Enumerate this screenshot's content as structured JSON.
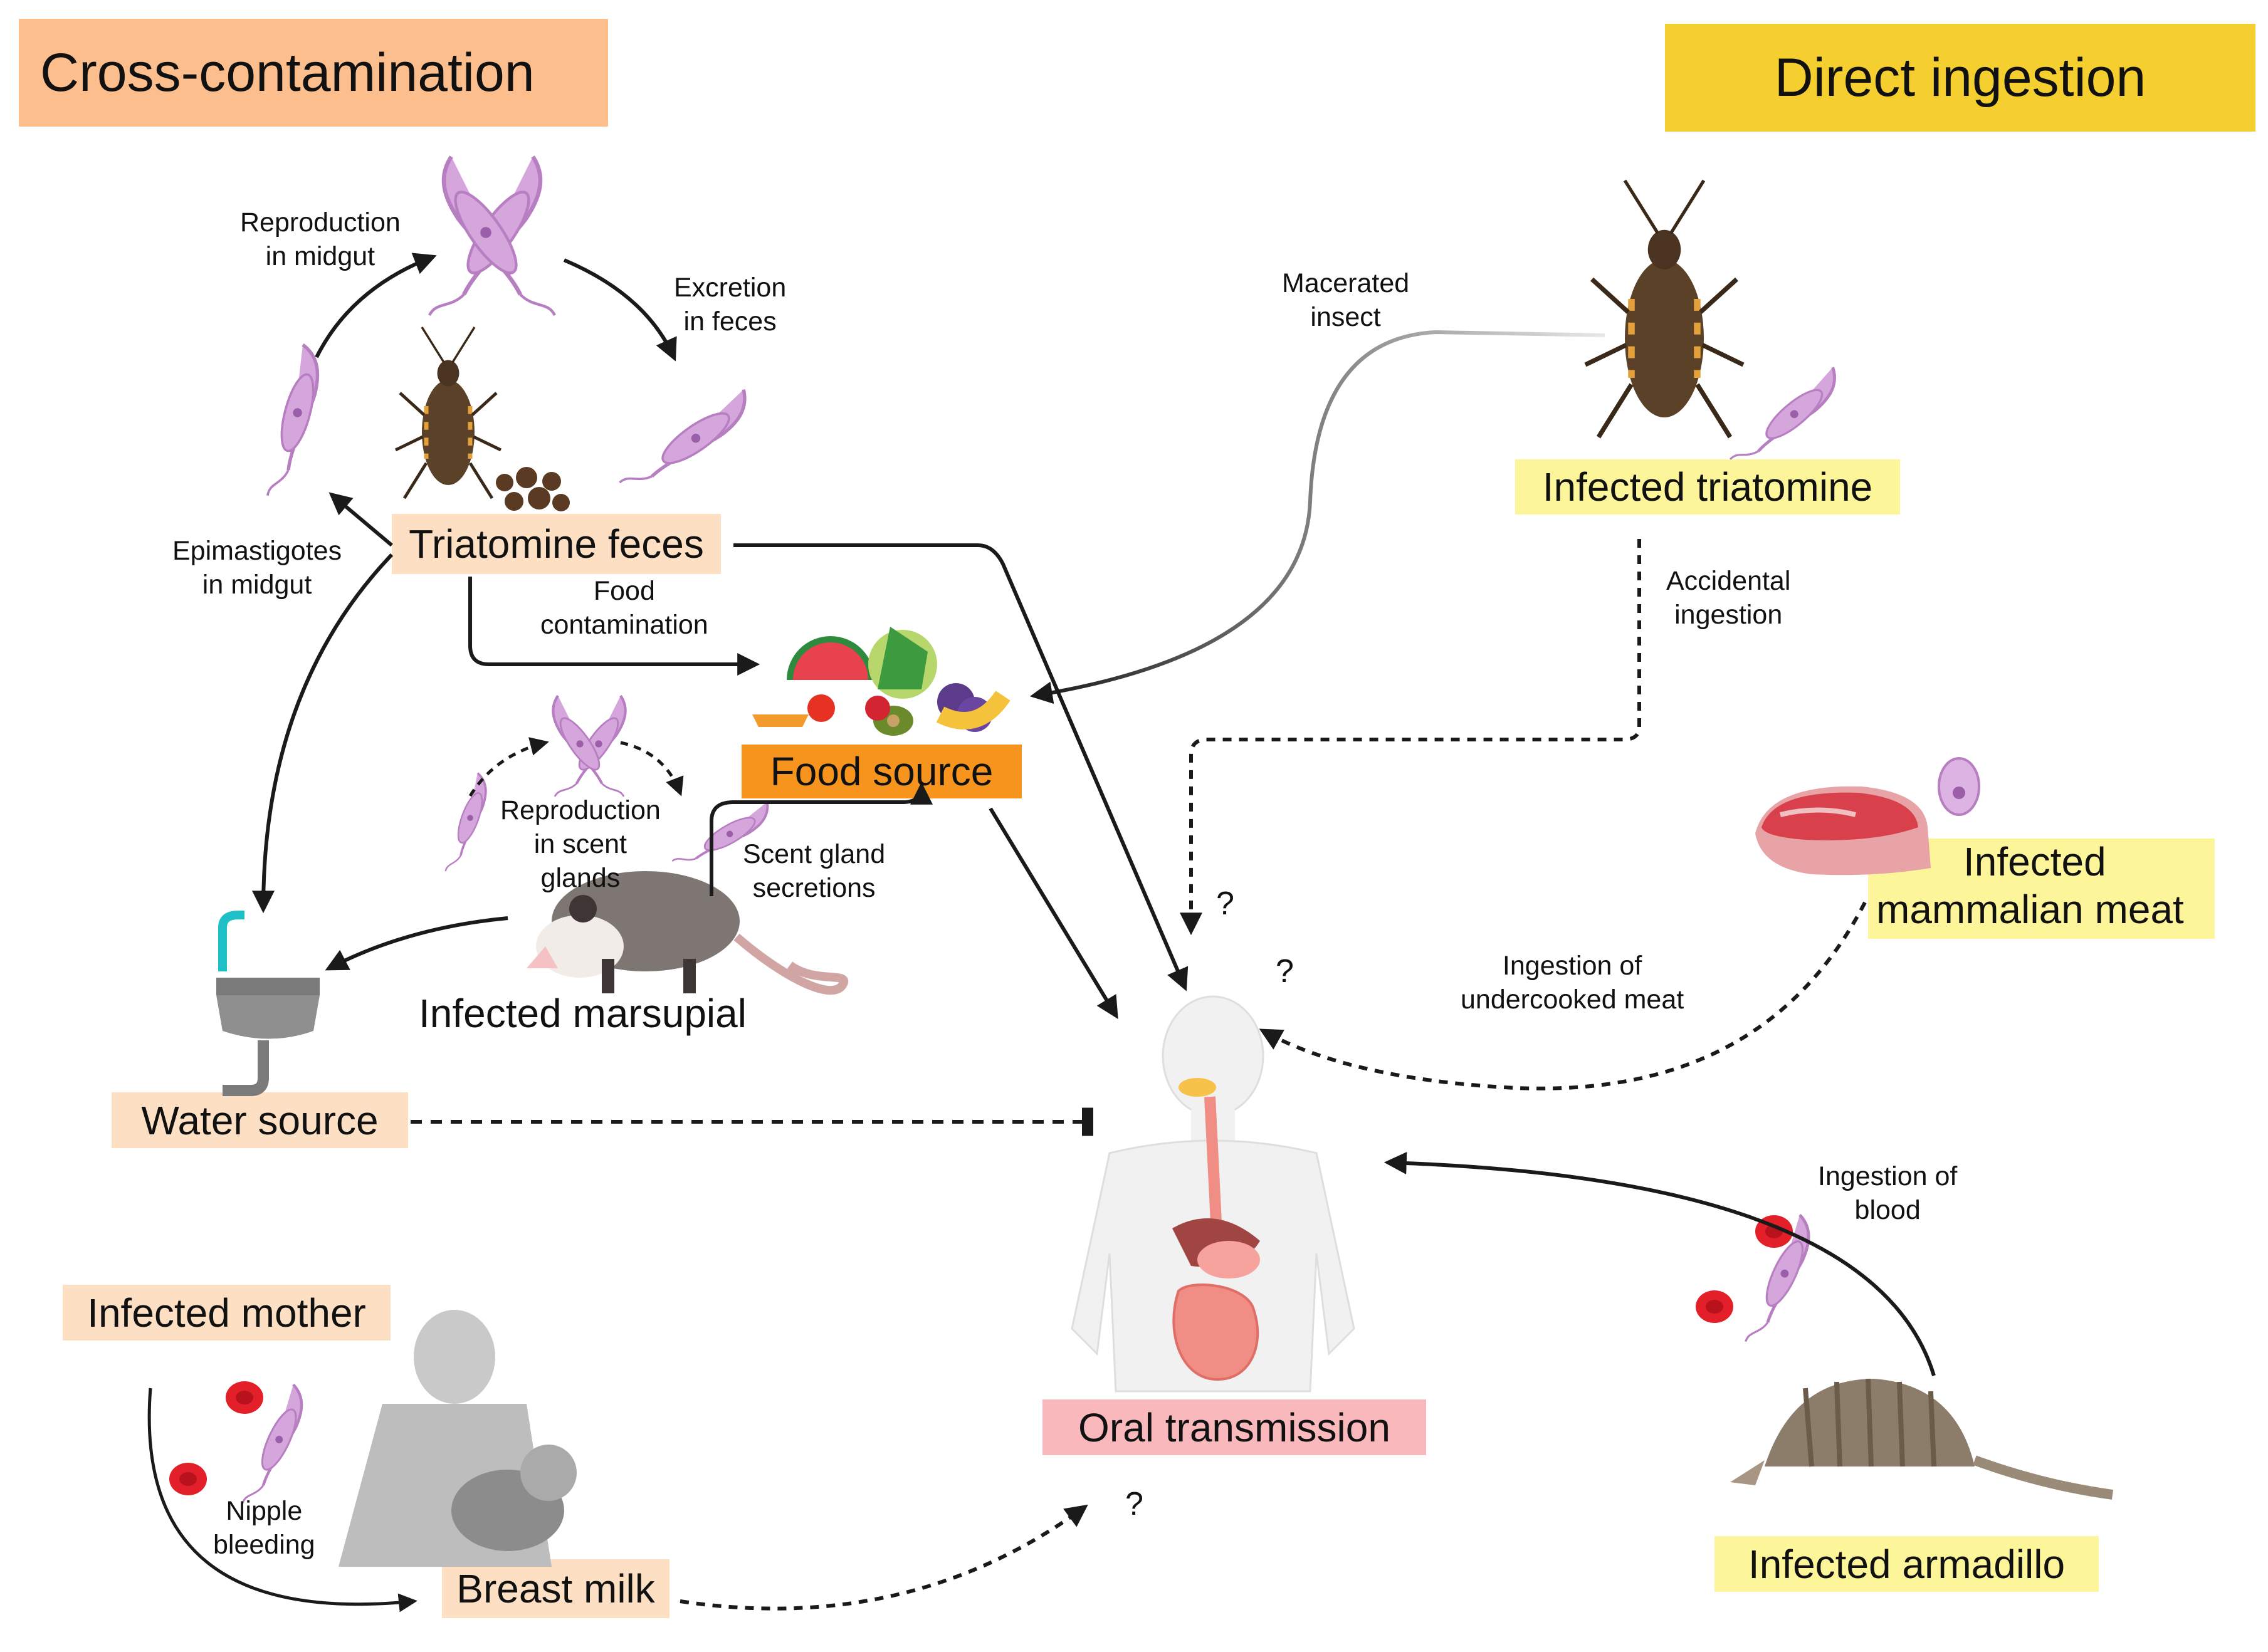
{
  "headers": {
    "cross_contamination": "Cross-contamination",
    "direct_ingestion": "Direct ingestion"
  },
  "nodes": {
    "triatomine_feces": "Triatomine feces",
    "food_source": "Food source",
    "water_source": "Water source",
    "infected_marsupial": "Infected marsupial",
    "infected_mother": "Infected mother",
    "breast_milk": "Breast milk",
    "infected_triatomine": "Infected triatomine",
    "infected_mammalian_meat_line1": "Infected",
    "infected_mammalian_meat_line2": "mammalian meat",
    "infected_armadillo": "Infected armadillo",
    "oral_transmission": "Oral transmission"
  },
  "edge_labels": {
    "reproduction_midgut_1": "Reproduction",
    "reproduction_midgut_2": "in midgut",
    "excretion_feces_1": "Excretion",
    "excretion_feces_2": "in feces",
    "epimastigotes_1": "Epimastigotes",
    "epimastigotes_2": "in midgut",
    "food_contamination_1": "Food",
    "food_contamination_2": "contamination",
    "reproduction_scent_1": "Reproduction",
    "reproduction_scent_2": "in scent",
    "reproduction_scent_3": "glands",
    "scent_gland_1": "Scent gland",
    "scent_gland_2": "secretions",
    "macerated_1": "Macerated",
    "macerated_2": "insect",
    "accidental_1": "Accidental",
    "accidental_2": "ingestion",
    "undercooked_1": "Ingestion of",
    "undercooked_2": "undercooked meat",
    "blood_1": "Ingestion of",
    "blood_2": "blood",
    "nipple_1": "Nipple",
    "nipple_2": "bleeding",
    "question_mark": "?"
  },
  "colors": {
    "cross_header_bg": "#fcbe8c",
    "direct_header_bg": "#f5cf2f",
    "light_orange_box": "#fde0c4",
    "food_source_box": "#f7941d",
    "yellow_box": "#fdf59a",
    "oral_box": "#f9b9bc",
    "parasite": "#d5a6dc",
    "blood_cell": "#e31f2a",
    "insect": "#5b4128",
    "arrow": "#1a1a1a"
  },
  "icons": [
    "trypanosome-icon",
    "triatomine-bug-icon",
    "feces-icon",
    "food-basket-icon",
    "opossum-icon",
    "sink-icon",
    "mother-breastfeeding-icon",
    "red-blood-cell-icon",
    "meat-icon",
    "armadillo-icon",
    "human-digestive-system-icon",
    "amastigote-icon"
  ]
}
